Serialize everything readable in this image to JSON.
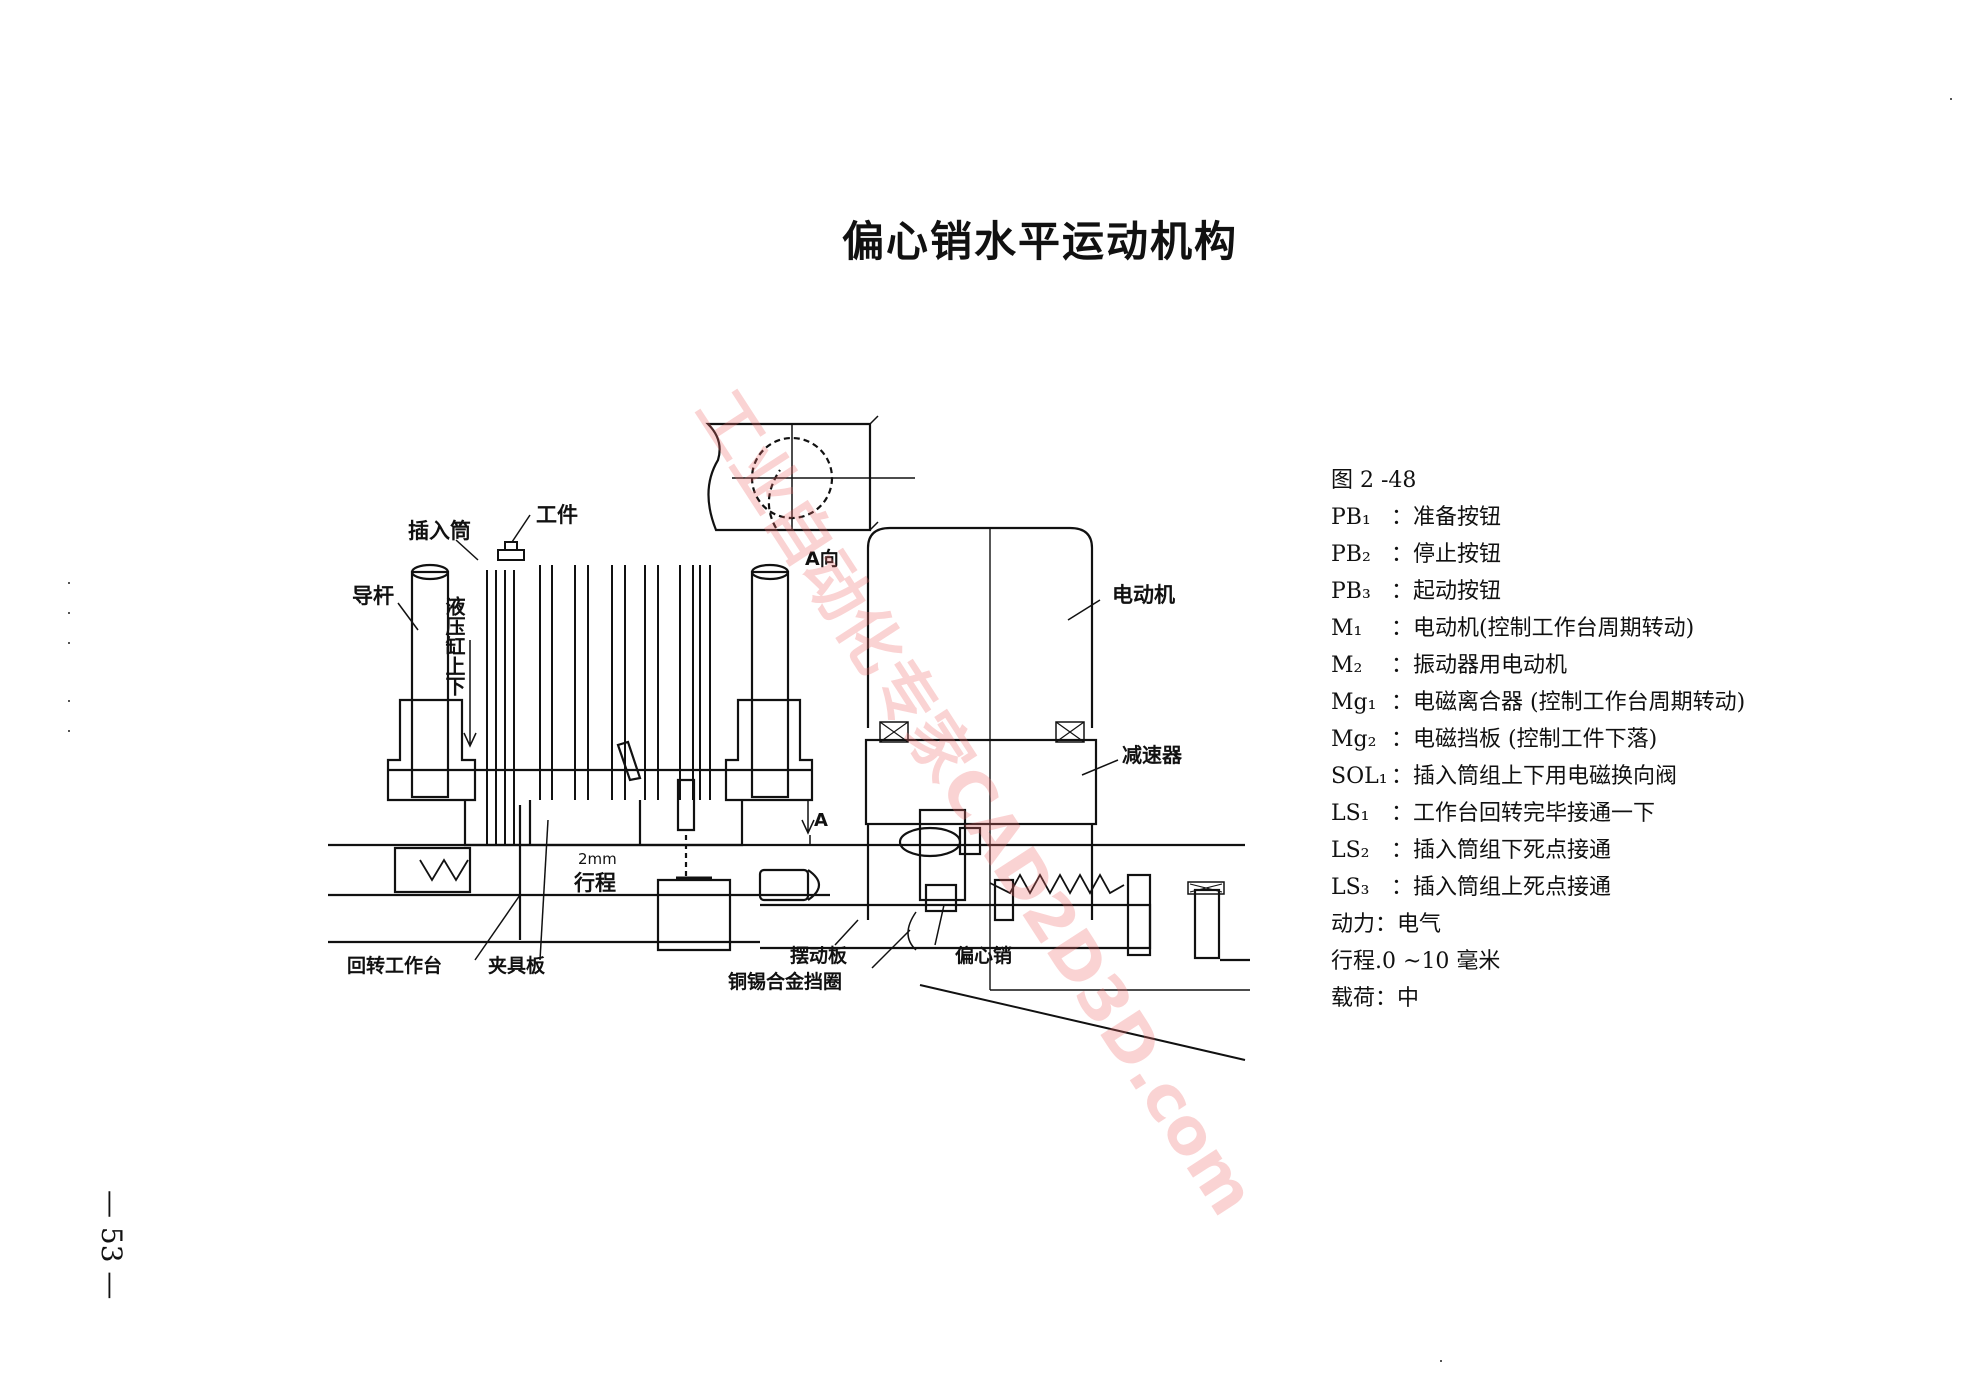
{
  "page": {
    "title": "偏心销水平运动机构",
    "figure_number": "图 2 -48",
    "page_number": "— 53 —",
    "watermark": "工业自动化专家CAD2D3D.com"
  },
  "diagram_labels": {
    "insert_tube": "插入筒",
    "workpiece": "工件",
    "guide_rod": "导杆",
    "hydraulic_cylinder": "液压缸上下",
    "a_view": "A向",
    "motor": "电动机",
    "reducer": "减速器",
    "section_a": "A",
    "stroke_2mm": "2mm",
    "stroke": "行程",
    "rotary_table": "回转工作台",
    "fixture_plate": "夹具板",
    "swing_plate": "摆动板",
    "eccentric_pin": "偏心销",
    "alloy_ring": "铜锡合金挡圈"
  },
  "legend": [
    {
      "code": "PB₁",
      "sep": "：",
      "desc": "准备按钮"
    },
    {
      "code": "PB₂",
      "sep": "：",
      "desc": "停止按钮"
    },
    {
      "code": "PB₃",
      "sep": "：",
      "desc": "起动按钮"
    },
    {
      "code": "M₁",
      "sep": "：",
      "desc": "电动机(控制工作台周期转动)"
    },
    {
      "code": "M₂",
      "sep": "：",
      "desc": "振动器用电动机"
    },
    {
      "code": "Mg₁",
      "sep": "：",
      "desc": "电磁离合器 (控制工作台周期转动)"
    },
    {
      "code": "Mg₂",
      "sep": "：",
      "desc": "电磁挡板 (控制工件下落)"
    },
    {
      "code": "SOL₁",
      "sep": "：",
      "desc": "插入筒组上下用电磁换向阀"
    },
    {
      "code": "LS₁",
      "sep": "：",
      "desc": "工作台回转完毕接通一下"
    },
    {
      "code": "LS₂",
      "sep": "：",
      "desc": "插入筒组下死点接通"
    },
    {
      "code": "LS₃",
      "sep": "：",
      "desc": "插入筒组上死点接通"
    },
    {
      "code": "动力",
      "sep": "：",
      "desc": "电气"
    },
    {
      "code": "行程",
      "sep": ".",
      "desc": "0 ~10 毫米"
    },
    {
      "code": "载荷",
      "sep": "：",
      "desc": "中"
    }
  ]
}
